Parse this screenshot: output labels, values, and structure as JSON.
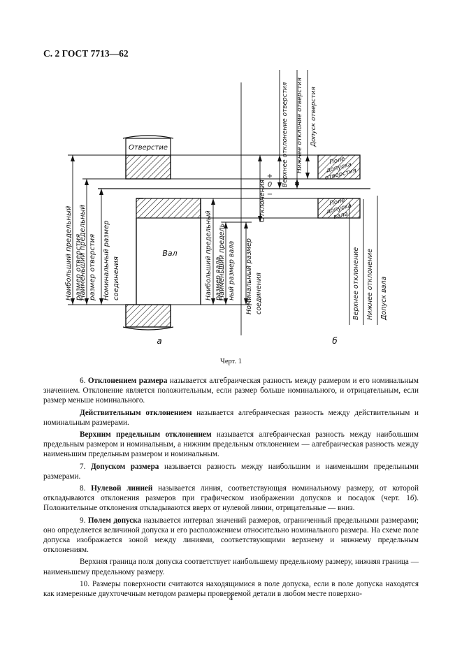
{
  "header": "С. 2 ГОСТ 7713—62",
  "figure": {
    "caption": "Черт. 1",
    "labels": {
      "hole_block": "Отверстие",
      "shaft_block": "Вал",
      "panel_a": "а",
      "panel_b": "б",
      "plus_sign": "+",
      "zero_sign": "0",
      "minus_sign": "−",
      "left_max_hole_1": "Наибольший предельный",
      "left_max_hole_2": "размер отверстия",
      "left_min_hole_1": "Наименьший предельный",
      "left_min_hole_2": "размер отверстия",
      "left_nominal_1": "Номинальный размер",
      "left_nominal_2": "соединения",
      "mid_max_shaft_1": "Наибольший предельный",
      "mid_max_shaft_2": "размер вала",
      "mid_min_shaft_1": "Наименьший предель-",
      "mid_min_shaft_2": "ный размер вала",
      "mid_nominal_1": "Номинальный размер",
      "mid_nominal_2": "соединения",
      "deviations": "Отклонения",
      "upper_dev_hole": "Верхнее отклонение отверстия",
      "lower_dev_hole": "Нижнее отклоние отверстия",
      "tol_hole": "Допуск отверстия",
      "zone_hole_1": "Поле",
      "zone_hole_2": "допуска",
      "zone_hole_3": "отверстия",
      "zone_shaft_1": "Поле",
      "zone_shaft_2": "допуска",
      "zone_shaft_3": "вала",
      "upper_dev": "Верхнее отклонение",
      "lower_dev": "Нижнее отклонение",
      "tol_shaft": "Допуск вала"
    }
  },
  "paragraphs": [
    [
      {
        "t": "6. "
      },
      {
        "t": "Отклонением размера",
        "b": true
      },
      {
        "t": " называется алгебраическая разность между размером и его номинальным значением. Отклонение является положительным, если размер больше номинального, и отрицательным, если размер меньше номинального."
      }
    ],
    [
      {
        "t": "Действительным отклонением",
        "b": true
      },
      {
        "t": " называется алгебраическая разность между действительным и номинальным размерами."
      }
    ],
    [
      {
        "t": "Верхним предельным отклонением",
        "b": true
      },
      {
        "t": " называется алгебраическая разность между наибольшим предельным размером и номинальным, а нижним предельным отклонением — алгебраическая разность между наименьшим предельным размером и номинальным."
      }
    ],
    [
      {
        "t": "7. "
      },
      {
        "t": "Допуском размера",
        "b": true
      },
      {
        "t": " называется разность между наибольшим и наименьшим предельными размерами."
      }
    ],
    [
      {
        "t": "8. "
      },
      {
        "t": "Нулевой линией",
        "b": true
      },
      {
        "t": " называется линия, соответствующая номинальному размеру, от которой откладываются отклонения размеров при графическом изображении допусков и посадок (черт. 1"
      },
      {
        "t": "б",
        "i": true
      },
      {
        "t": "). Положительные отклонения откладываются вверх от нулевой линии, отрицательные — вниз."
      }
    ],
    [
      {
        "t": "9. "
      },
      {
        "t": "Полем допуска",
        "b": true
      },
      {
        "t": " называется интервал значений размеров, ограниченный предельными размерами; оно определяется величиной допуска и его расположением относительно номинального размера. На схеме поле допуска изображается зоной между линиями, соответствующими верхнему и нижнему предельным отклонениям."
      }
    ],
    [
      {
        "t": "Верхняя граница поля допуска соответствует наибольшему предельному размеру, нижняя граница — наименьшему предельному размеру."
      }
    ],
    [
      {
        "t": "10. Размеры поверхности считаются находящимися в поле допуска, если в поле допуска находятся как измеренные двухточечным методом размеры проверяемой детали в любом месте поверхно-"
      }
    ]
  ],
  "page_number": "4"
}
